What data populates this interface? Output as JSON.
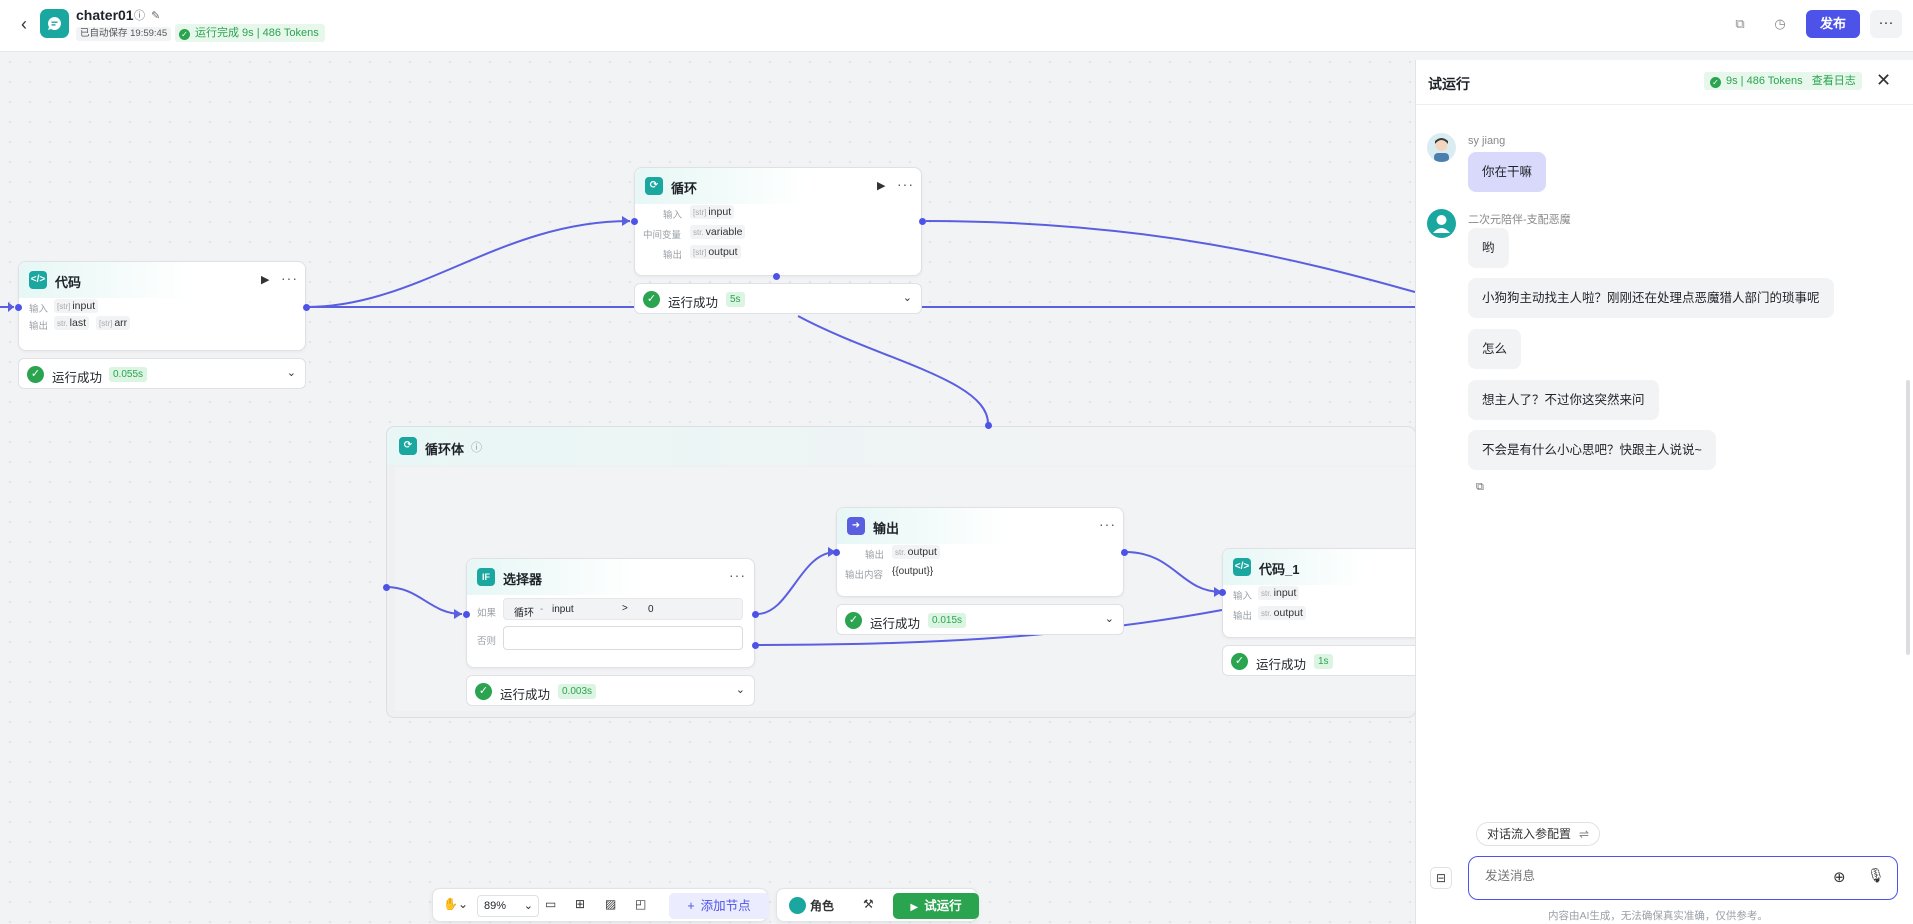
{
  "header": {
    "title": "chater01",
    "saved_text": "已自动保存 19:59:45",
    "run_status": "运行完成 9s | 486 Tokens",
    "publish_label": "发布",
    "more_label": "···"
  },
  "nodes": {
    "code": {
      "title": "代码",
      "input_label": "输入",
      "output_label": "输出",
      "input_vars": [
        "input"
      ],
      "output_vars": [
        "last",
        "arr"
      ],
      "status": "运行成功",
      "duration": "0.055s"
    },
    "loop": {
      "title": "循环",
      "input_label": "输入",
      "middle_label": "中间变量",
      "output_label": "输出",
      "input_var": "input",
      "middle_var": "variable",
      "output_var": "output",
      "status": "运行成功",
      "duration": "5s"
    },
    "loop_body": {
      "title": "循环体"
    },
    "selector": {
      "title": "选择器",
      "if_label": "如果",
      "else_label": "否则",
      "cond_source": "循环",
      "cond_dot": "-",
      "cond_var": "input",
      "cond_op": ">",
      "cond_value": "0",
      "status": "运行成功",
      "duration": "0.003s"
    },
    "output": {
      "title": "输出",
      "output_label": "输出",
      "content_label": "输出内容",
      "output_var": "output",
      "content_value": "{{output}}",
      "status": "运行成功",
      "duration": "0.015s"
    },
    "code1": {
      "title": "代码_1",
      "input_label": "输入",
      "output_label": "输出",
      "input_var": "input",
      "output_var": "output",
      "status": "运行成功",
      "duration": "1s"
    }
  },
  "type_tags": {
    "str": "str.",
    "arr": "[str]"
  },
  "panel": {
    "title": "试运行",
    "badge": "9s | 486 Tokens",
    "view_log": "查看日志",
    "user_name": "sy jiang",
    "user_message": "你在干嘛",
    "bot_name": "二次元陪伴-支配恶魔",
    "bot_messages": [
      "哟",
      "小狗狗主动找主人啦？刚刚还在处理点恶魔猎人部门的琐事呢",
      "怎么",
      "想主人了？不过你这突然来问",
      "不会是有什么小心思吧？快跟主人说说~"
    ],
    "config_button": "对话流入参配置",
    "input_placeholder": "发送消息",
    "footnote": "内容由AI生成，无法确保真实准确，仅供参考。"
  },
  "toolbar": {
    "zoom": "89%",
    "add_node": "添加节点",
    "role": "角色",
    "trial_run": "试运行"
  },
  "colors": {
    "accent": "#4d53e8",
    "success": "#2aa44f",
    "node_teal": "#1aa7a0"
  }
}
